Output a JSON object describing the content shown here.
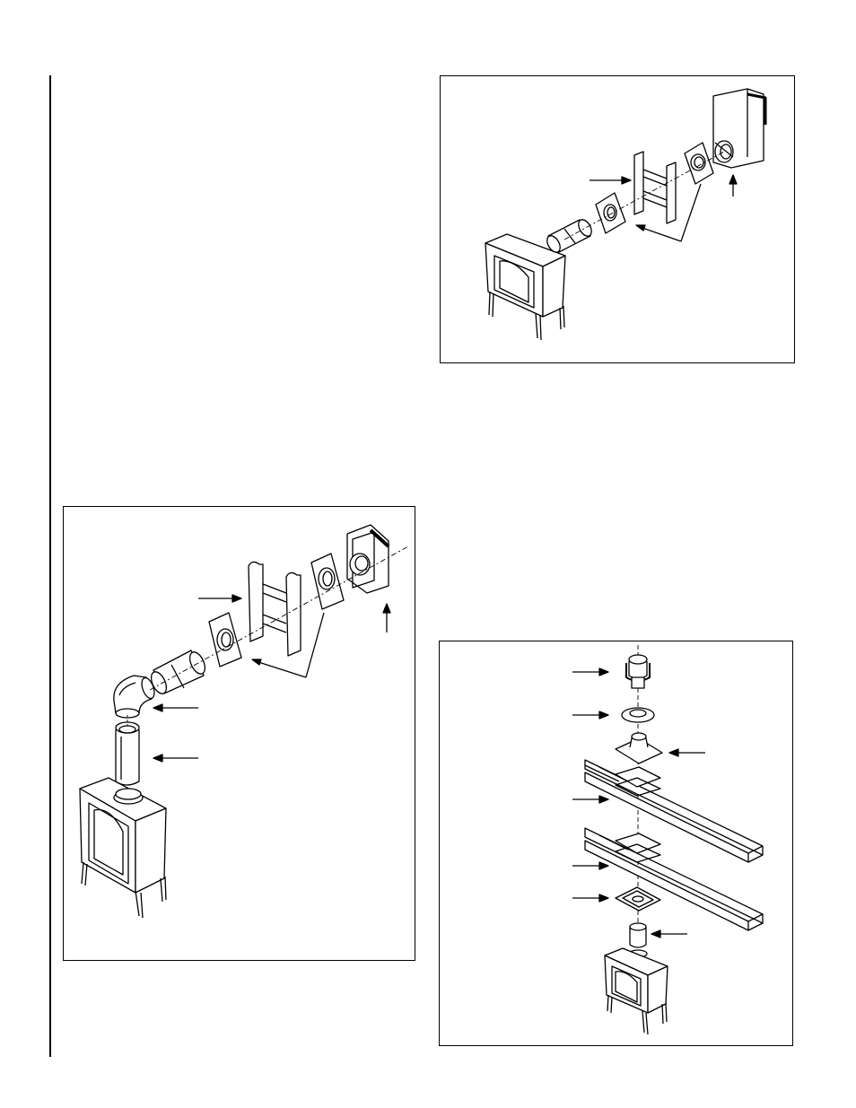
{
  "page": {
    "figures": [
      {
        "id": "fig-top-right",
        "subject": "horizontal-vent-through-wall"
      },
      {
        "id": "fig-left",
        "subject": "vent-elbow-through-wall"
      },
      {
        "id": "fig-bottom-right",
        "subject": "vertical-vent-through-roof"
      }
    ],
    "colors": {
      "ink": "#000000",
      "paper": "#ffffff"
    }
  }
}
